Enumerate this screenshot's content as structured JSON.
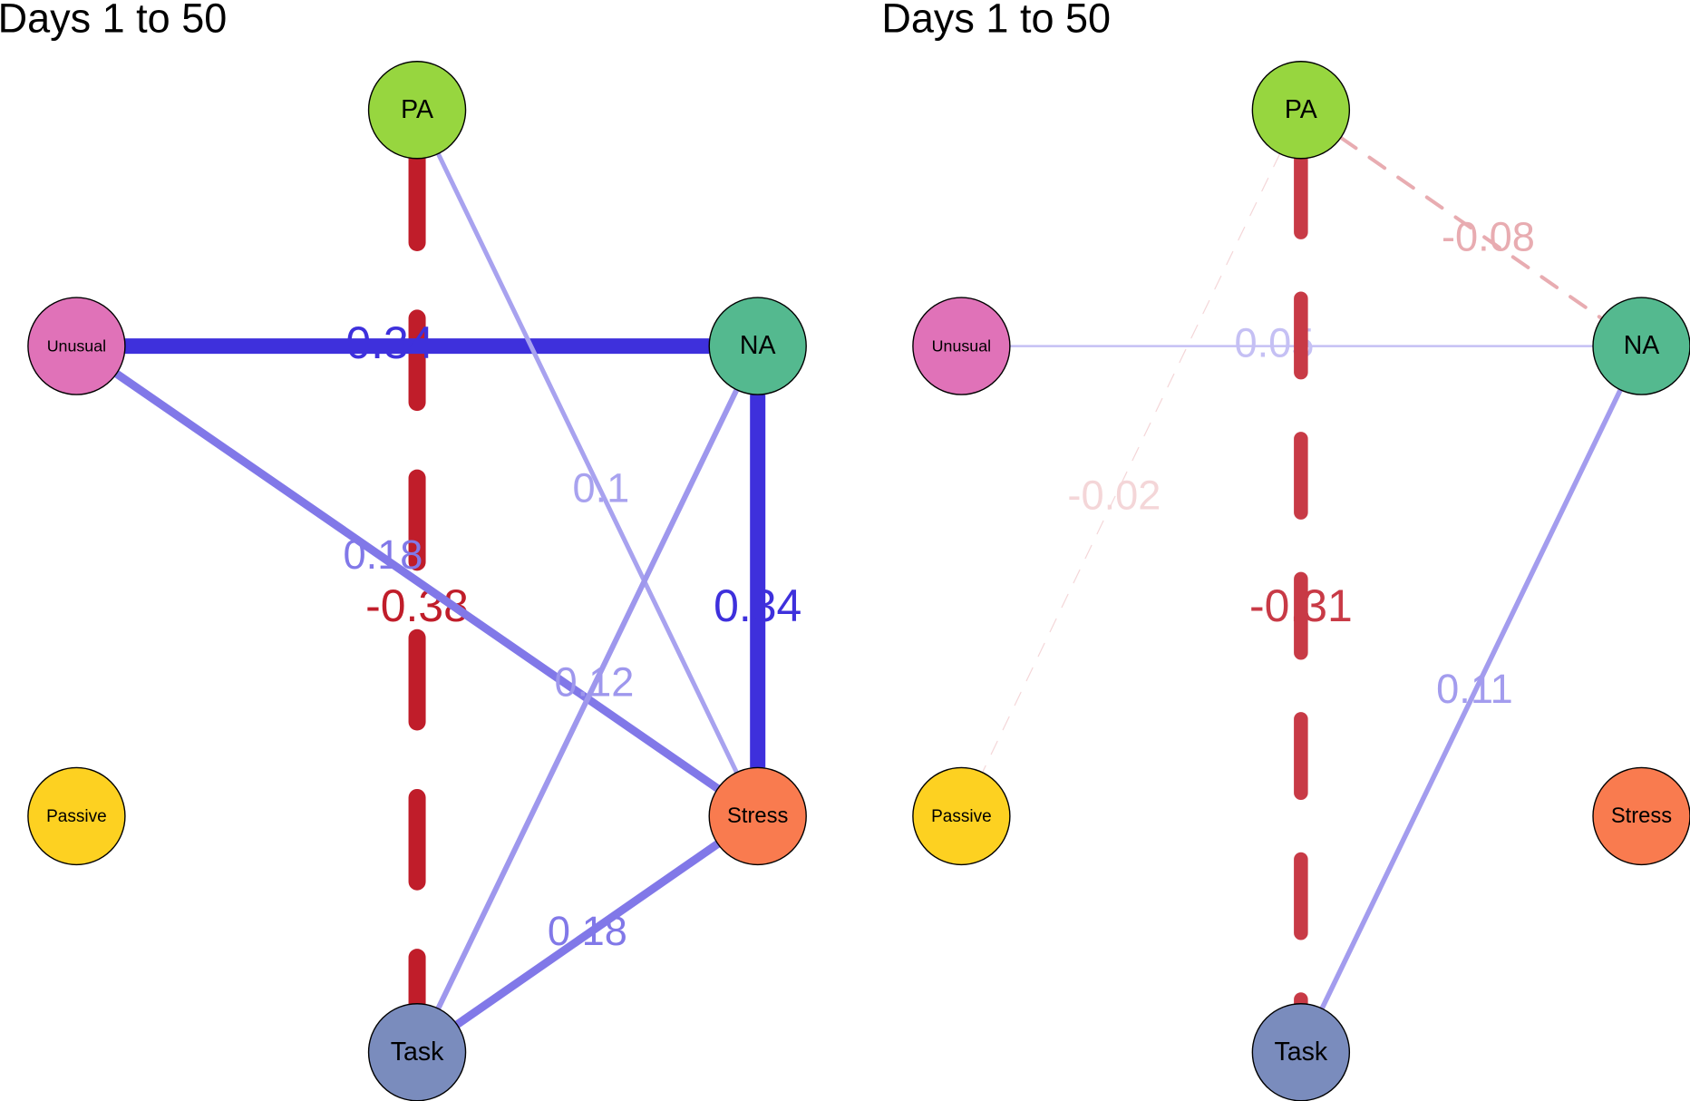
{
  "panels": [
    {
      "title": "Days 1 to 50",
      "nodes": [
        {
          "id": "PA",
          "label": "PA",
          "color": "#97d63f"
        },
        {
          "id": "Unusual",
          "label": "Unusual",
          "color": "#e072b8"
        },
        {
          "id": "NA",
          "label": "NA",
          "color": "#54b98f"
        },
        {
          "id": "Passive",
          "label": "Passive",
          "color": "#fdd121"
        },
        {
          "id": "Stress",
          "label": "Stress",
          "color": "#f97b4f"
        },
        {
          "id": "Task",
          "label": "Task",
          "color": "#7a8cbd"
        }
      ],
      "edges": [
        {
          "from": "PA",
          "to": "Task",
          "weight": -0.38,
          "label": "-0.38"
        },
        {
          "from": "Unusual",
          "to": "NA",
          "weight": 0.34,
          "label": "0.34"
        },
        {
          "from": "NA",
          "to": "Stress",
          "weight": 0.34,
          "label": "0.34"
        },
        {
          "from": "PA",
          "to": "Stress",
          "weight": 0.1,
          "label": "0.1"
        },
        {
          "from": "Unusual",
          "to": "Stress",
          "weight": 0.18,
          "label": "0.18"
        },
        {
          "from": "NA",
          "to": "Task",
          "weight": 0.12,
          "label": "0.12"
        },
        {
          "from": "Stress",
          "to": "Task",
          "weight": 0.18,
          "label": "0.18"
        }
      ]
    },
    {
      "title": "Days 1 to 50",
      "nodes": [
        {
          "id": "PA",
          "label": "PA",
          "color": "#97d63f"
        },
        {
          "id": "Unusual",
          "label": "Unusual",
          "color": "#e072b8"
        },
        {
          "id": "NA",
          "label": "NA",
          "color": "#54b98f"
        },
        {
          "id": "Passive",
          "label": "Passive",
          "color": "#fdd121"
        },
        {
          "id": "Stress",
          "label": "Stress",
          "color": "#f97b4f"
        },
        {
          "id": "Task",
          "label": "Task",
          "color": "#7a8cbd"
        }
      ],
      "edges": [
        {
          "from": "PA",
          "to": "NA",
          "weight": -0.08,
          "label": "-0.08"
        },
        {
          "from": "Unusual",
          "to": "NA",
          "weight": 0.05,
          "label": "0.05"
        },
        {
          "from": "PA",
          "to": "Passive",
          "weight": -0.02,
          "label": "-0.02"
        },
        {
          "from": "PA",
          "to": "Task",
          "weight": -0.31,
          "label": "-0.31"
        },
        {
          "from": "NA",
          "to": "Task",
          "weight": 0.11,
          "label": "0.11"
        }
      ]
    }
  ],
  "colors": {
    "positive_edge": "#2f20d9",
    "negative_edge": "#c01d2a"
  }
}
